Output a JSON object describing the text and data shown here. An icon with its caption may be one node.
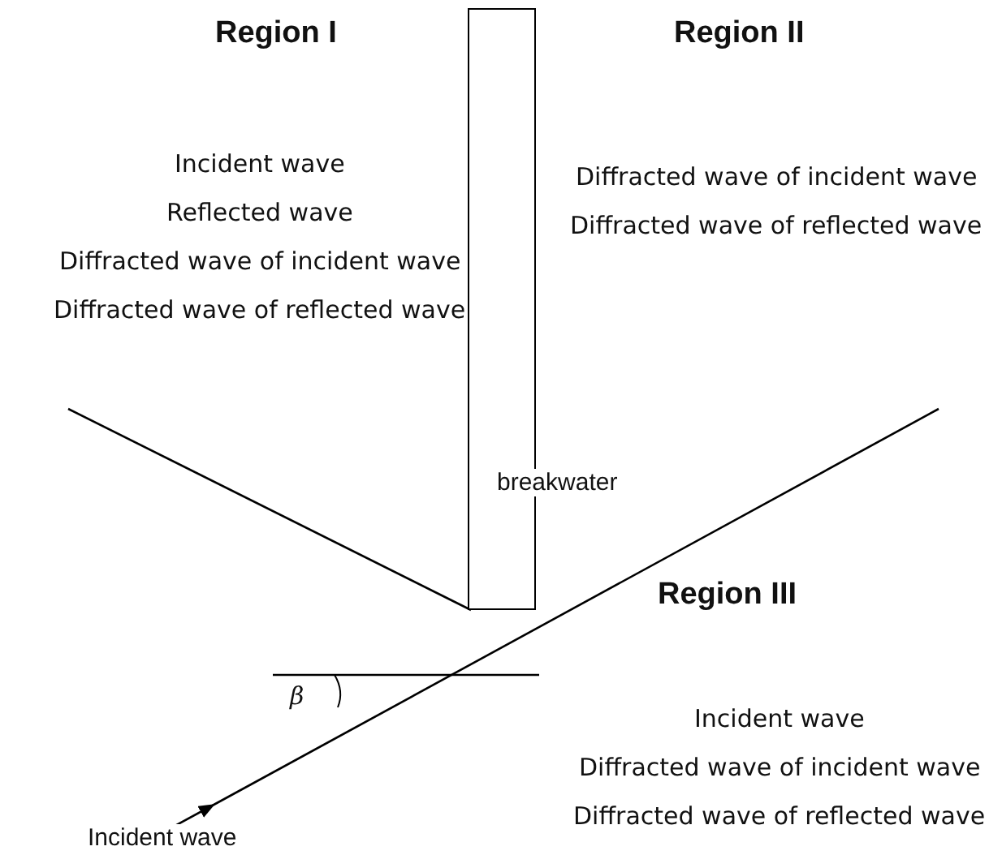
{
  "diagram": {
    "nodes": [
      {
        "text": [
          "breakwater"
        ]
      }
    ],
    "labels": [
      "Region I",
      "Region II",
      "Incident wave",
      "Reflected wave",
      "Diffracted wave of incident wave",
      "Diffracted wave of reflected wave",
      "Diffracted wave of incident wave",
      "Diffracted wave of reflected wave",
      "Region III",
      "β",
      "Incident wave",
      "Diffracted wave of incident wave",
      "Diffracted wave of reflected wave",
      "Incident wave"
    ]
  }
}
